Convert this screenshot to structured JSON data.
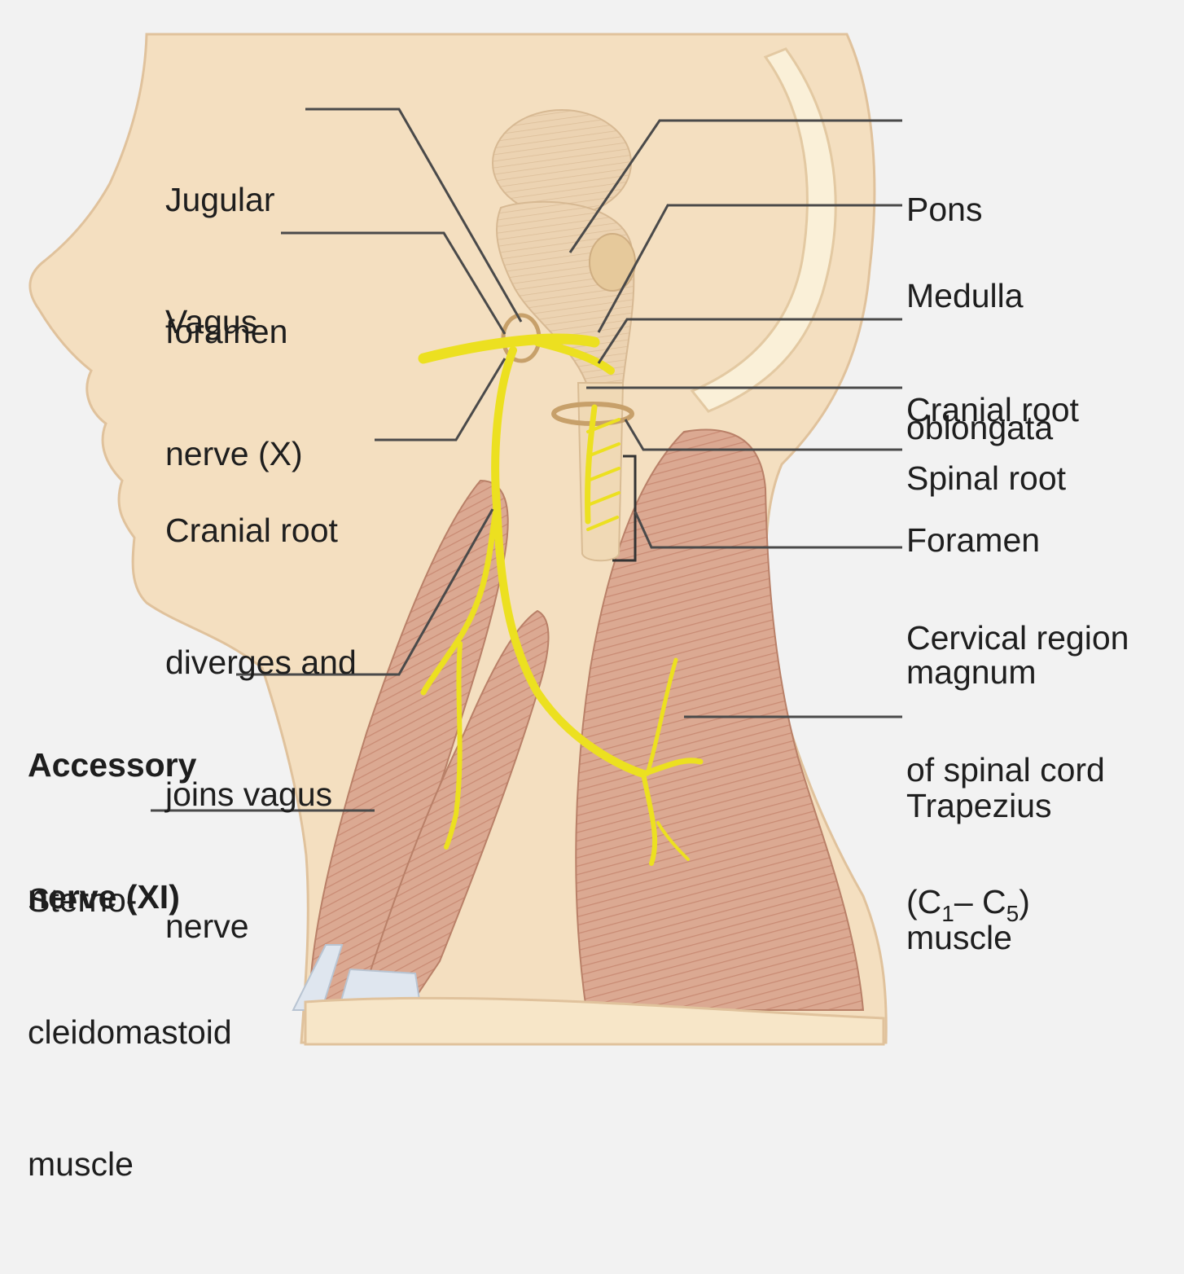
{
  "labels": {
    "jugular_foramen": [
      "Jugular",
      "foramen"
    ],
    "vagus_nerve": [
      "Vagus",
      "nerve (X)"
    ],
    "cranial_root_diverges": [
      "Cranial root",
      "diverges and",
      "joins vagus",
      "nerve"
    ],
    "accessory_nerve": [
      "Accessory",
      "nerve (XI)"
    ],
    "sternocleidomastoid": [
      "Sterno-",
      "cleidomastoid",
      "muscle"
    ],
    "pons": [
      "Pons"
    ],
    "medulla_oblongata": [
      "Medulla",
      "oblongata"
    ],
    "cranial_root": [
      "Cranial root"
    ],
    "spinal_root": [
      "Spinal root"
    ],
    "foramen_magnum": [
      "Foramen",
      "magnum"
    ],
    "cervical_region": {
      "line1": "Cervical region",
      "line2": "of spinal cord",
      "line3_open": "(C",
      "line3_sub1": "1",
      "line3_mid": "– C",
      "line3_sub2": "5",
      "line3_close": ")"
    },
    "trapezius": [
      "Trapezius",
      "muscle"
    ]
  },
  "colors": {
    "background": "#f2f2f2",
    "skin": "#f4dfc0",
    "muscle": "#d9a58d",
    "nerve": "#ece020",
    "leader_line": "#4a4a4a"
  }
}
